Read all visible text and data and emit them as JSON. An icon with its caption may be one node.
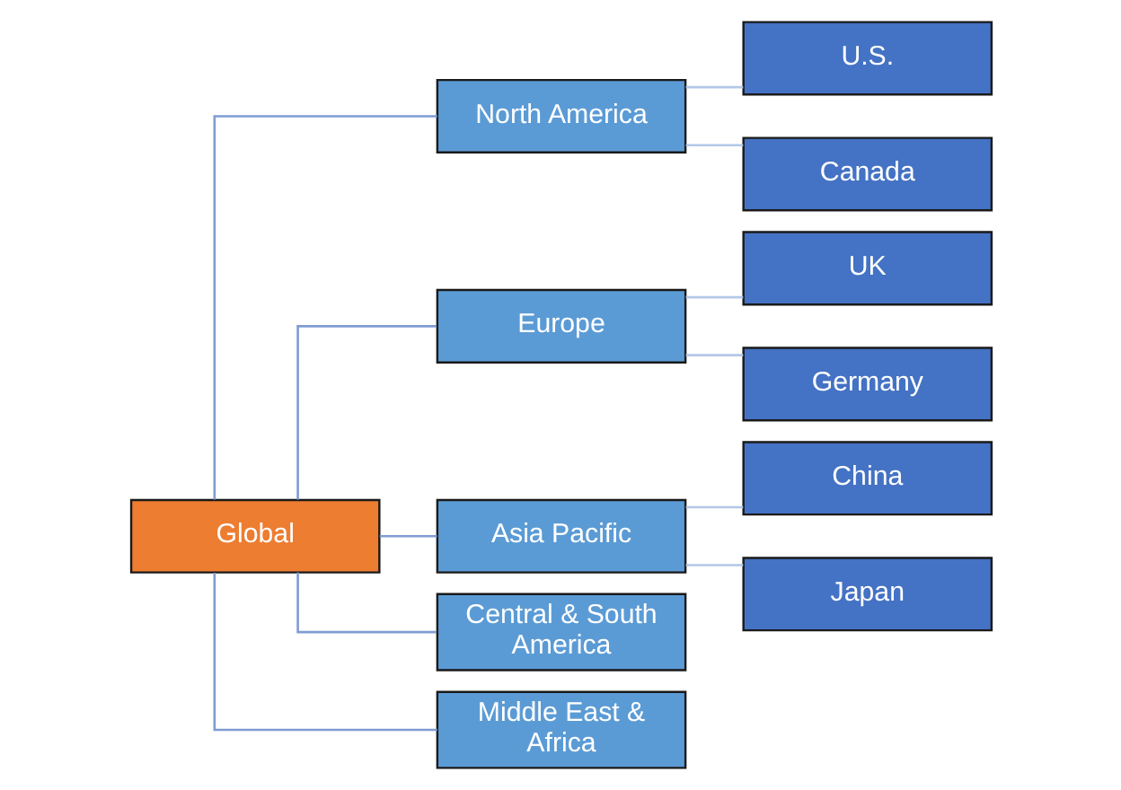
{
  "diagram": {
    "nodes": [
      {
        "text": [
          "Global"
        ]
      },
      {
        "text": [
          "North America"
        ]
      },
      {
        "text": [
          "Europe"
        ]
      },
      {
        "text": [
          "Asia Pacific"
        ]
      },
      {
        "text": [
          "Central & South America"
        ]
      },
      {
        "text": [
          "Middle East & Africa"
        ]
      },
      {
        "text": [
          "U.S."
        ]
      },
      {
        "text": [
          "Canada"
        ]
      },
      {
        "text": [
          "UK"
        ]
      },
      {
        "text": [
          "Germany"
        ]
      },
      {
        "text": [
          "China"
        ]
      },
      {
        "text": [
          "Japan"
        ]
      }
    ],
    "edges": [
      {
        "from": 0,
        "to": 1,
        "arrow": "none",
        "color": "#7f9cd3"
      },
      {
        "from": 0,
        "to": 2,
        "arrow": "none",
        "color": "#7f9cd3"
      },
      {
        "from": 0,
        "to": 3,
        "arrow": "none",
        "color": "#7f9cd3"
      },
      {
        "from": 0,
        "to": 4,
        "arrow": "none",
        "color": "#7f9cd3"
      },
      {
        "from": 0,
        "to": 5,
        "arrow": "none",
        "color": "#7f9cd3"
      },
      {
        "from": 1,
        "to": 6,
        "arrow": "none"
      },
      {
        "from": 1,
        "to": 7,
        "arrow": "none"
      },
      {
        "from": 2,
        "to": 8,
        "arrow": "none"
      },
      {
        "from": 2,
        "to": 9,
        "arrow": "none"
      },
      {
        "from": 3,
        "to": 10,
        "arrow": "none"
      },
      {
        "from": 3,
        "to": 11,
        "arrow": "none"
      }
    ]
  }
}
